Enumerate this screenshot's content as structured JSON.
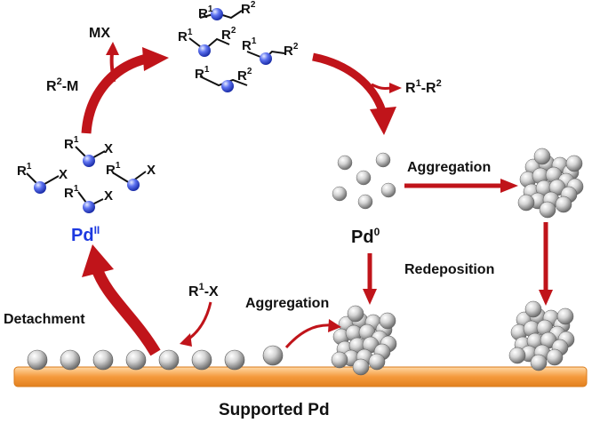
{
  "labels": {
    "mx": "MX",
    "r2m_r": "R",
    "r2m_sup": "2",
    "r2m_tail": "-M",
    "r1r2_a": "R",
    "r1r2_a_sup": "1",
    "r1r2_mid": "-R",
    "r1r2_b_sup": "2",
    "aggregation_top": "Aggregation",
    "aggregation_bottom": "Aggregation",
    "redeposition": "Redeposition",
    "detachment": "Detachment",
    "r1x_r": "R",
    "r1x_sup": "1",
    "r1x_tail": "-X",
    "pd0": "Pd",
    "pd0_sup": "0",
    "pd2": "Pd",
    "pd2_sup": "II",
    "supported_pd": "Supported Pd"
  },
  "fragments": {
    "R": "R",
    "X": "X",
    "one": "1",
    "two": "2"
  },
  "colors": {
    "arrow": "#c0141a",
    "support": "#f5a24a",
    "blue_sphere": "#3f55e8",
    "pd_label": "#1d39e0"
  }
}
